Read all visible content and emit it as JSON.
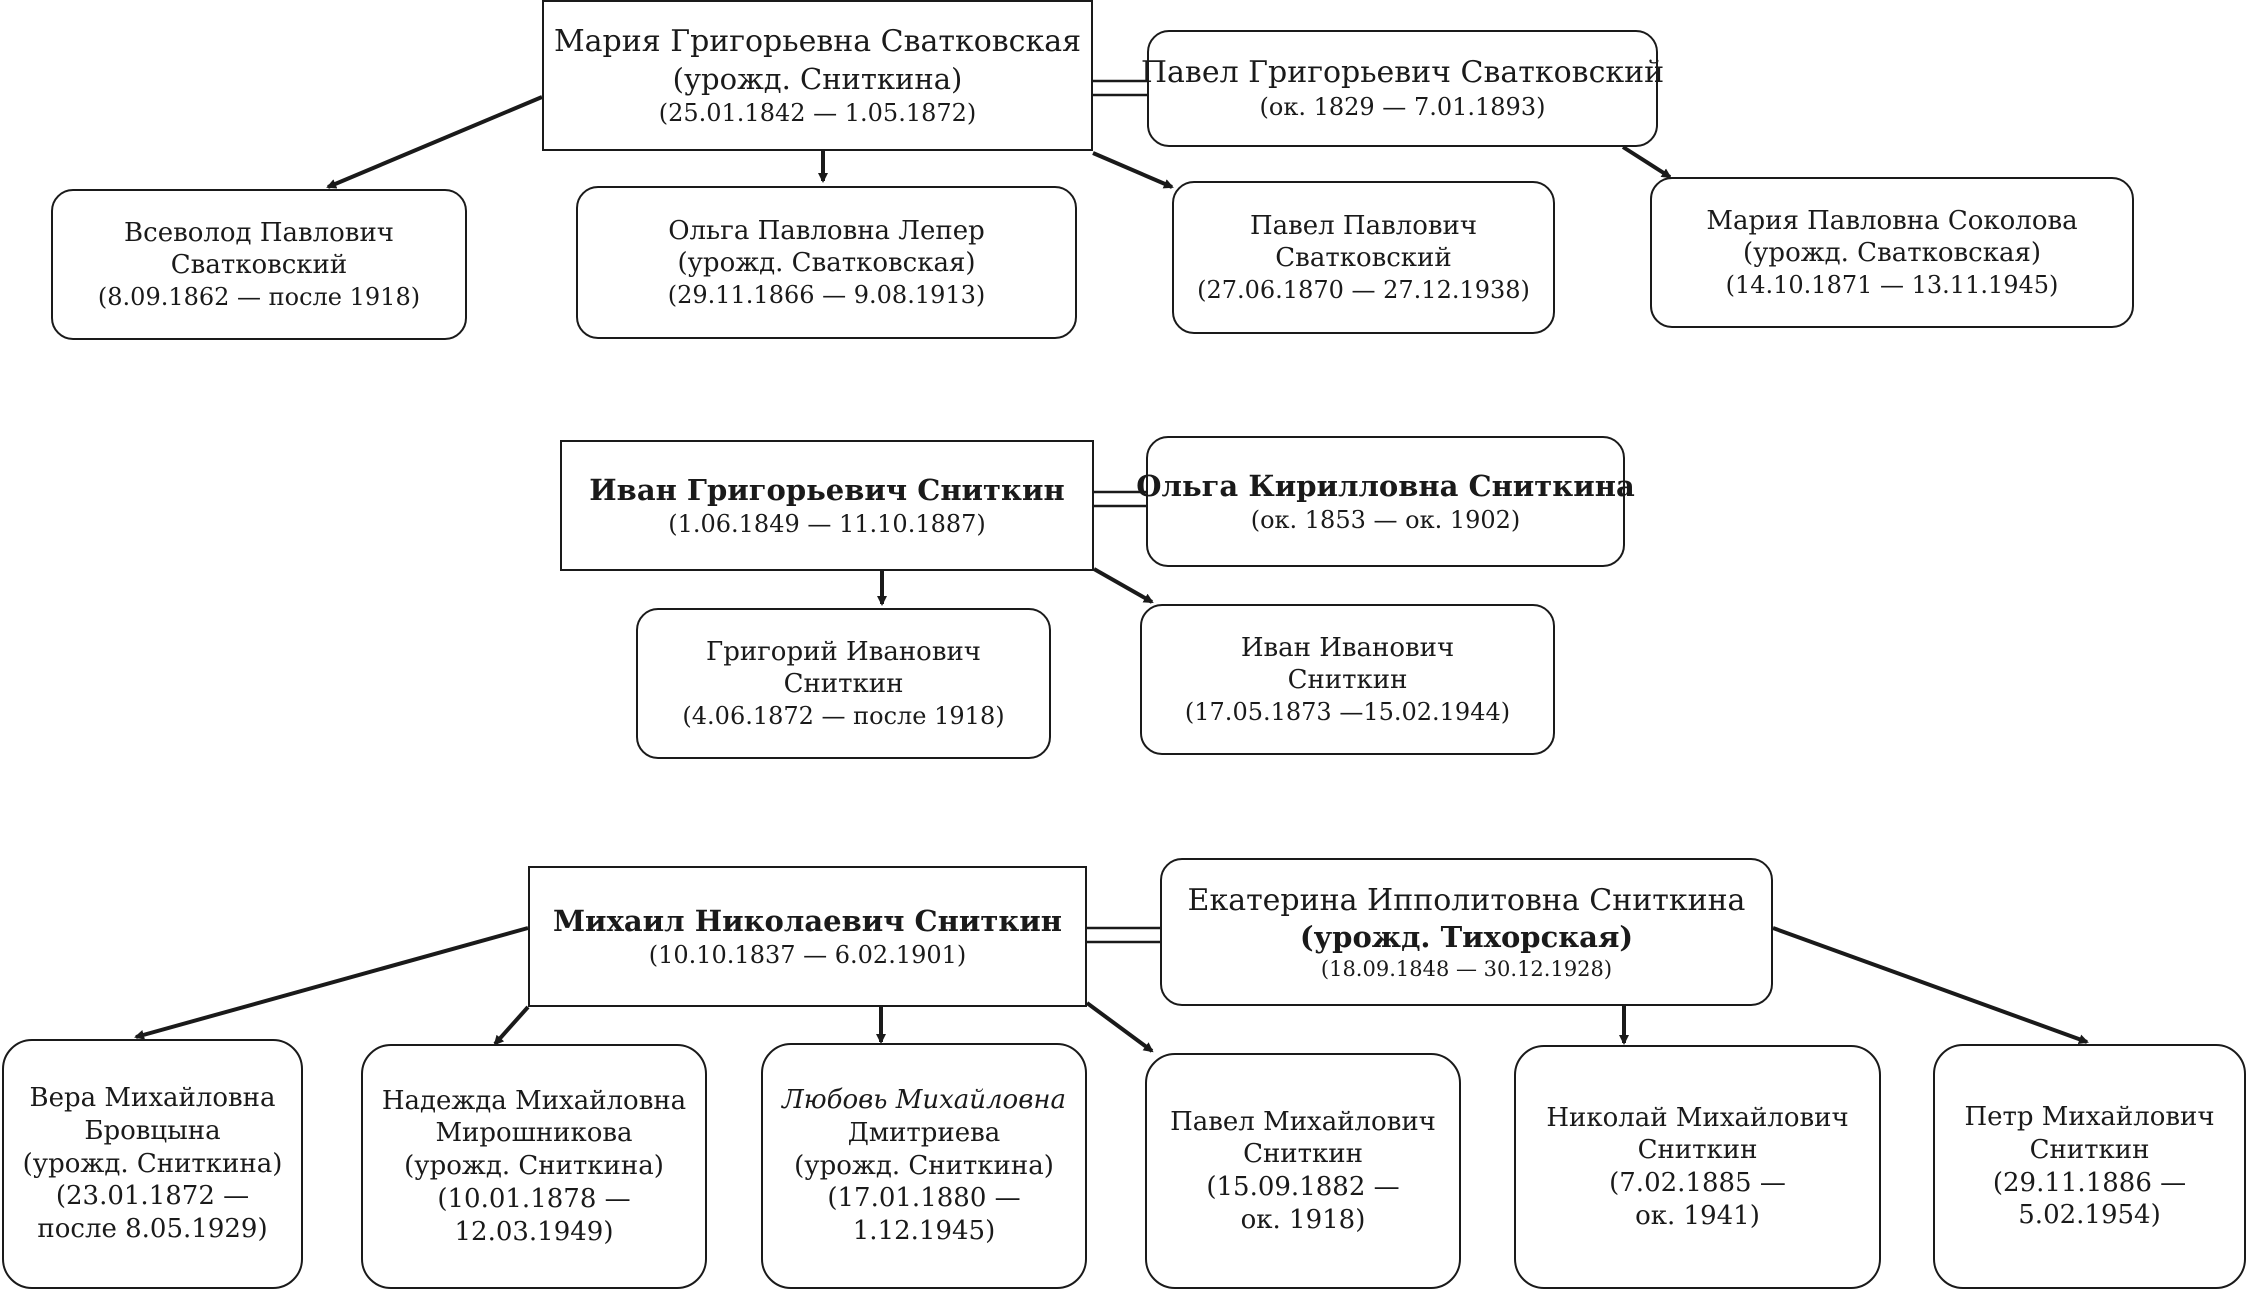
{
  "families": [
    {
      "parent1": {
        "name": "Мария Григорьевна Сватковская",
        "maiden": "(урожд. Сниткина)",
        "dates": "(25.01.1842 — 1.05.1872)"
      },
      "parent2": {
        "name": "Павел Григорьевич Сватковский",
        "dates": "(ок. 1829 — 7.01.1893)"
      },
      "children": [
        {
          "lines": [
            "Всеволод Павлович",
            "Сватковский",
            "(8.09.1862 — после 1918)"
          ]
        },
        {
          "lines": [
            "Ольга Павловна Лепер",
            "(урожд. Сватковская)",
            "(29.11.1866 — 9.08.1913)"
          ]
        },
        {
          "lines": [
            "Павел Павлович",
            "Сватковский",
            "(27.06.1870 — 27.12.1938)"
          ]
        },
        {
          "lines": [
            "Мария Павловна Соколова",
            "(урожд. Сватковская)",
            "(14.10.1871 — 13.11.1945)"
          ]
        }
      ]
    },
    {
      "parent1": {
        "name": "Иван Григорьевич Сниткин",
        "dates": "(1.06.1849 — 11.10.1887)"
      },
      "parent2": {
        "name": "Ольга Кирилловна Сниткина",
        "dates": "(ок. 1853 — ок. 1902)"
      },
      "children": [
        {
          "lines": [
            "Григорий Иванович",
            "Сниткин",
            "(4.06.1872 — после 1918)"
          ]
        },
        {
          "lines": [
            "Иван Иванович",
            "Сниткин",
            "(17.05.1873 —15.02.1944)"
          ]
        }
      ]
    },
    {
      "parent1": {
        "name": "Михаил Николаевич Сниткин",
        "dates": "(10.10.1837 — 6.02.1901)"
      },
      "parent2": {
        "name": "Екатерина Ипполитовна Сниткина",
        "maiden": "(урожд. Тихорская)",
        "dates": "(18.09.1848 — 30.12.1928)"
      },
      "children": [
        {
          "lines": [
            "Вера Михайловна",
            "Бровцына",
            "(урожд. Сниткина)",
            "(23.01.1872 —",
            "после 8.05.1929)"
          ]
        },
        {
          "lines": [
            "Надежда Михайловна",
            "Мирошникова",
            "(урожд. Сниткина)",
            "(10.01.1878 —",
            "12.03.1949)"
          ]
        },
        {
          "lines": [
            "Любовь Михайловна",
            "Дмитриева",
            "(урожд. Сниткина)",
            "(17.01.1880 —",
            "1.12.1945)"
          ]
        },
        {
          "lines": [
            "Павел Михайлович",
            "Сниткин",
            "(15.09.1882 —",
            "ок. 1918)"
          ]
        },
        {
          "lines": [
            "Николай Михайлович",
            "Сниткин",
            "(7.02.1885 —",
            "ок. 1941)"
          ]
        },
        {
          "lines": [
            "Петр Михайлович",
            "Сниткин",
            "(29.11.1886 —",
            "5.02.1954)"
          ]
        }
      ]
    }
  ]
}
